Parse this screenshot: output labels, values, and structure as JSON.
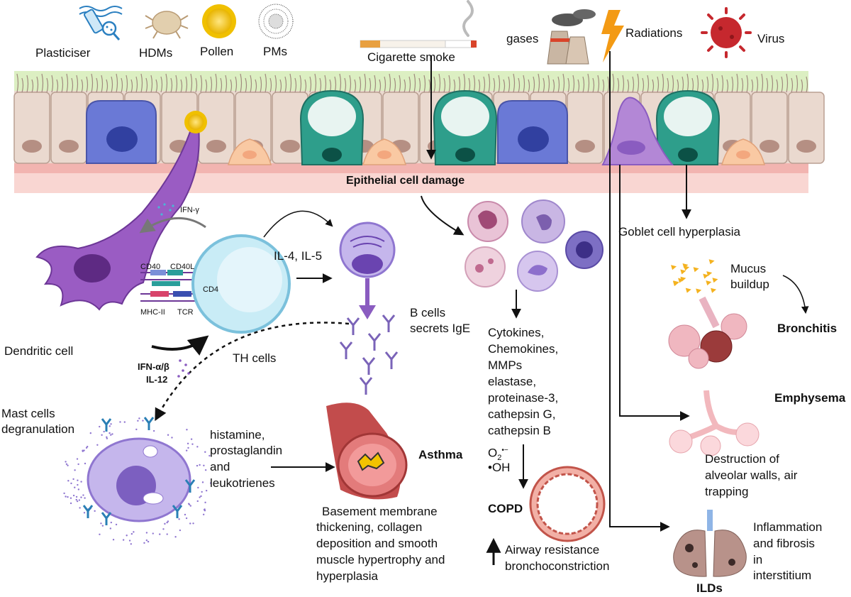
{
  "sources": {
    "plasticiser": "Plasticiser",
    "hdms": "HDMs",
    "pollen": "Pollen",
    "pms": "PMs",
    "cigarette": "Cigarette smoke",
    "gases": "gases",
    "radiations": "Radiations",
    "virus": "Virus"
  },
  "epithelium": {
    "damage": "Epithelial cell damage"
  },
  "immune": {
    "ifn_gamma": "IFN-γ",
    "cd40": "CD40",
    "cd40l": "CD40L",
    "cd4": "CD4",
    "mhc2": "MHC-II",
    "tcr": "TCR",
    "dendritic": "Dendritic cell",
    "ifn_ab": "IFN-α/β",
    "il12": "IL-12",
    "th": "TH cells",
    "il45": "IL-4, IL-5",
    "bcells_1": "B cells",
    "bcells_2": "secrets IgE",
    "mast_1": "Mast cells",
    "mast_2": "degranulation",
    "mediators": [
      "histamine,",
      "prostaglandin",
      "and",
      "leukotrienes"
    ]
  },
  "asthma": {
    "title": "Asthma",
    "desc": [
      "Basement membrane",
      "thickening, collagen",
      "deposition and smooth",
      "muscle hypertrophy and",
      "hyperplasia"
    ]
  },
  "copd": {
    "mediators": [
      "Cytokines,",
      "Chemokines,",
      "MMPs",
      "elastase,",
      "proteinase-3,",
      "cathepsin G,",
      "cathepsin B"
    ],
    "o2": "O",
    "o2_sub": "2",
    "o2_sup": "•−",
    "oh": "•OH",
    "title": "COPD",
    "airway_1": "Airway resistance",
    "airway_2": "bronchoconstriction"
  },
  "right": {
    "goblet": "Goblet cell hyperplasia",
    "mucus_1": "Mucus",
    "mucus_2": "buildup",
    "bronchitis": "Bronchitis",
    "emphysema": "Emphysema",
    "destruction": [
      "Destruction of",
      "alveolar walls, air",
      "trapping"
    ],
    "inflammation": [
      "Inflammation",
      "and fibrosis",
      "in",
      "interstitium"
    ],
    "ilds": "ILDs"
  },
  "colors": {
    "lumen": "#dcefc2",
    "epi": "#ead9cf",
    "membrane": "#f2c4c0",
    "goblet": "#2e9e8b",
    "basal": "#6a79d6",
    "purple": "#9c6fc4",
    "arrow": "#111111"
  }
}
